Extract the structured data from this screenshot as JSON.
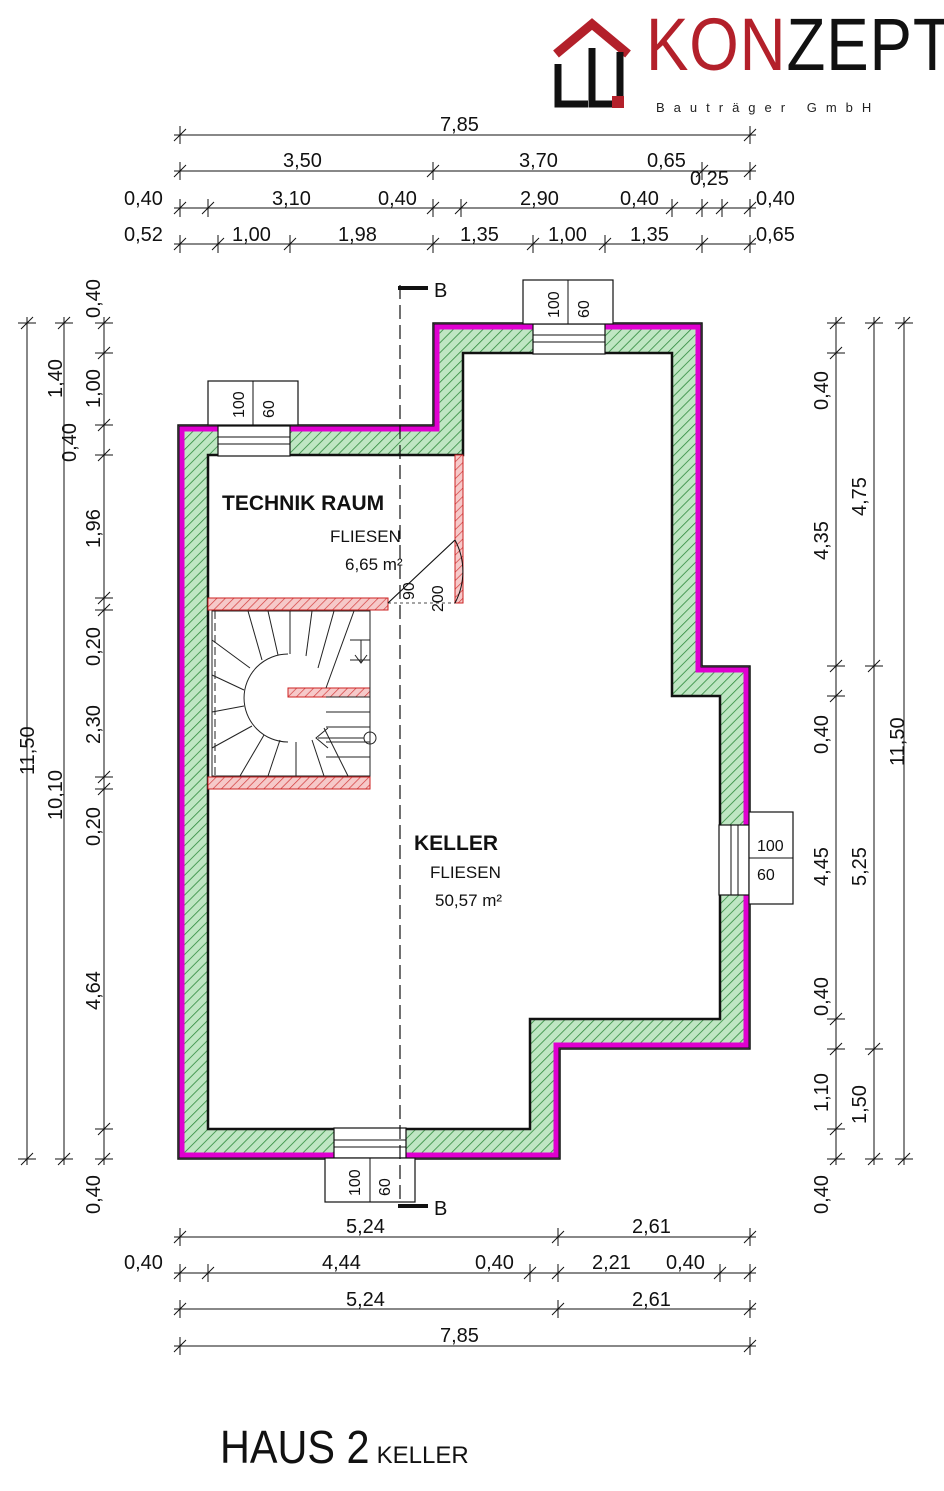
{
  "brand": {
    "name_red": "KON",
    "name_dark": "ZEPT",
    "subtitle": "Bauträger GmbH"
  },
  "title": {
    "house": "HAUS 2",
    "floor": "KELLER"
  },
  "rooms": [
    {
      "name": "TECHNIK RAUM",
      "floor": "FLIESEN",
      "area": "6,65 m²"
    },
    {
      "name": "KELLER",
      "floor": "FLIESEN",
      "area": "50,57 m²"
    }
  ],
  "section_marker": "B",
  "windows": [
    {
      "w": "100",
      "h": "60"
    },
    {
      "w": "100",
      "h": "60"
    },
    {
      "w": "100",
      "h": "60"
    },
    {
      "w": "100",
      "h": "60"
    }
  ],
  "door": {
    "w": "90",
    "h": "200"
  },
  "dims_top": {
    "row1": [
      "7,85"
    ],
    "row2": [
      "3,50",
      "3,70",
      "0,65"
    ],
    "row3": [
      "0,40",
      "3,10",
      "0,40",
      "2,90",
      "0,40",
      "0,25",
      "0,40"
    ],
    "row4": [
      "0,52",
      "1,00",
      "1,98",
      "1,35",
      "1,00",
      "1,35",
      "0,65"
    ]
  },
  "dims_bottom": {
    "row1": [
      "5,24",
      "2,61"
    ],
    "row2": [
      "0,40",
      "4,44",
      "0,40",
      "2,21",
      "0,40"
    ],
    "row3": [
      "5,24",
      "2,61"
    ],
    "row4": [
      "7,85"
    ]
  },
  "dims_left": {
    "outer": "11,50",
    "middle": "10,10",
    "inner": [
      "0,40",
      "1,40",
      "1,00",
      "0,40",
      "1,96",
      "0,20",
      "2,30",
      "0,20",
      "4,64",
      "0,40"
    ]
  },
  "dims_right": {
    "inner": [
      "0,40",
      "4,35",
      "0,40",
      "4,45",
      "0,40",
      "1,10",
      "0,40"
    ],
    "middle": [
      "4,75",
      "5,25",
      "1,50"
    ],
    "outer": "11,50"
  }
}
